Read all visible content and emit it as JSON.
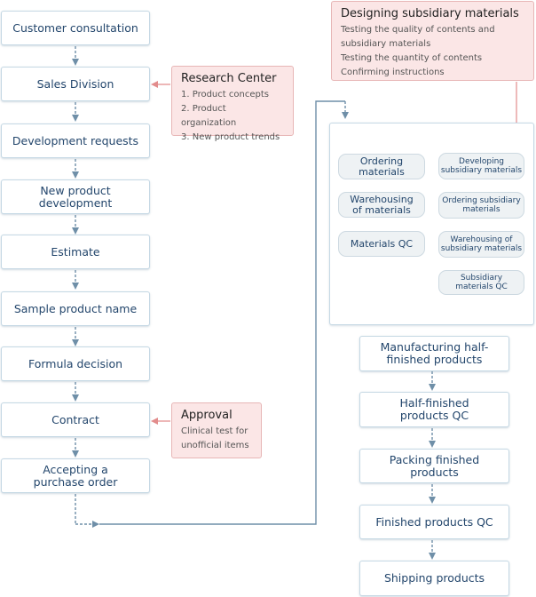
{
  "main_flow": [
    "Customer consultation",
    "Sales Division",
    "Development requests",
    "New product development",
    "Estimate",
    "Sample product name",
    "Formula decision",
    "Contract",
    "Accepting a purchase order"
  ],
  "research_center": {
    "title": "Research Center",
    "items": [
      "1. Product concepts",
      "2. Product organization",
      "3. New product trends"
    ]
  },
  "approval": {
    "title": "Approval",
    "items": [
      "Clinical test for",
      "unofficial items"
    ]
  },
  "subsidiary_note": {
    "title": "Designing subsidiary materials",
    "items": [
      "Testing the quality of contents and",
      "subsidiary materials",
      "Testing the quantity of contents",
      "Confirming instructions"
    ]
  },
  "materials": [
    "Ordering materials",
    "Warehousing of materials",
    "Materials QC"
  ],
  "subsidiary_materials": [
    "Developing subsidiary materials",
    "Ordering subsidiary materials",
    "Warehousing of subsidiary materials",
    "Subsidiary materials QC"
  ],
  "production_flow": [
    "Manufacturing half-finished products",
    "Half-finished products QC",
    "Packing finished products",
    "Finished products QC",
    "Shipping products"
  ],
  "colors": {
    "box_border": "#c5d8e4",
    "text": "#23466c",
    "note_bg": "#fbe6e6",
    "note_border": "#e7b6b6",
    "connector": "#6f8fa8",
    "note_arrow": "#e28c8c"
  }
}
